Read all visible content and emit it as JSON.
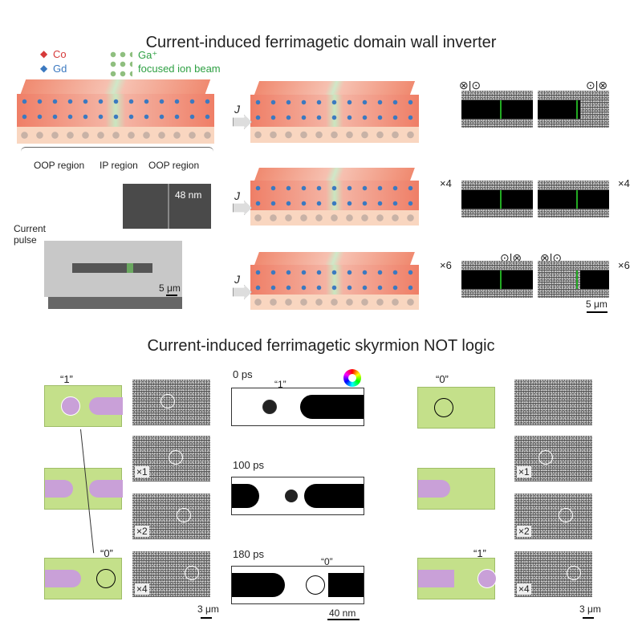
{
  "titles": {
    "top": "Current-induced ferrimagetic domain wall inverter",
    "bottom": "Current-induced ferrimagetic skyrmion NOT logic"
  },
  "legend": {
    "co": "Co",
    "gd": "Gd",
    "ga": "Ga⁺",
    "fib": "focused ion beam"
  },
  "colors": {
    "co": "#d63a3a",
    "gd": "#3b79c0",
    "ga": "#2ea043",
    "film": "#ef7e66",
    "ip": "#c9e6c0",
    "skyrmion": "#c9a0d8",
    "track": "#c4e08a"
  },
  "regions": [
    "OOP region",
    "IP region",
    "OOP region"
  ],
  "device": {
    "width_label": "48 nm",
    "current_label": "Current pulse",
    "scale": "5 μm"
  },
  "current_symbol": "J",
  "moke": {
    "row1": [
      "⊗|⊙",
      "⊙|⊗"
    ],
    "row2_count": "×4",
    "row3_count": "×6",
    "row3": [
      "⊙|⊗",
      "⊗|⊙"
    ],
    "scale": "5 μm"
  },
  "skyrmion": {
    "left": {
      "states": [
        "“1”",
        "“0”"
      ],
      "counts": [
        "×1",
        "×2",
        "×4"
      ],
      "scale": "3 μm"
    },
    "sim": {
      "times": [
        "0 ps",
        "100 ps",
        "180 ps"
      ],
      "states": [
        "“1”",
        "“0”"
      ],
      "scale": "40 nm"
    },
    "right": {
      "states": [
        "“0”",
        "“1”"
      ],
      "counts": [
        "×1",
        "×2",
        "×4"
      ],
      "scale": "3 μm"
    }
  }
}
